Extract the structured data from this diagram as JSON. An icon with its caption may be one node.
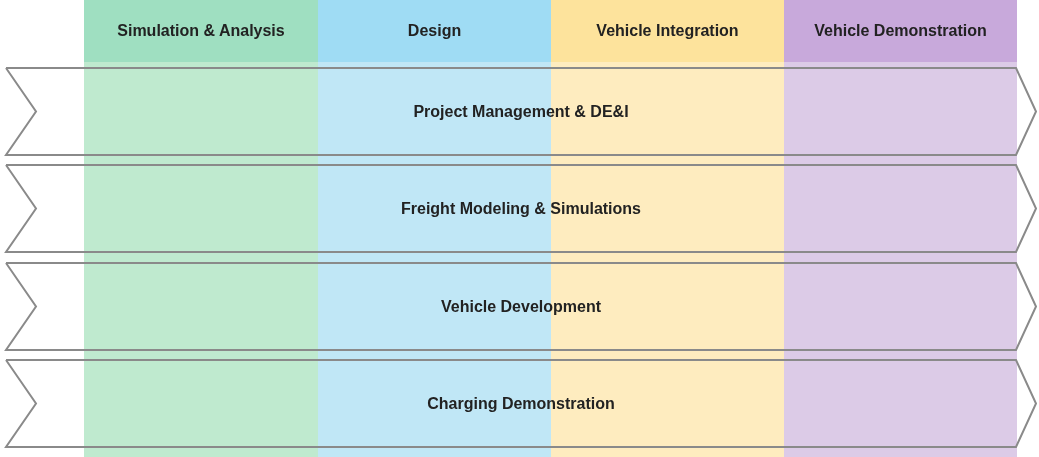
{
  "diagram": {
    "nodes": [
      {
        "text": [
          "Simulation & Analysis"
        ]
      },
      {
        "text": [
          "Design"
        ]
      },
      {
        "text": [
          "Vehicle Integration"
        ]
      },
      {
        "text": [
          "Vehicle Demonstration"
        ]
      },
      {
        "text": [
          "Project Management & DE&I"
        ]
      },
      {
        "text": [
          "Freight Modeling & Simulations"
        ]
      },
      {
        "text": [
          "Vehicle Development"
        ]
      },
      {
        "text": [
          "Charging Demonstration"
        ]
      }
    ],
    "edges": []
  }
}
